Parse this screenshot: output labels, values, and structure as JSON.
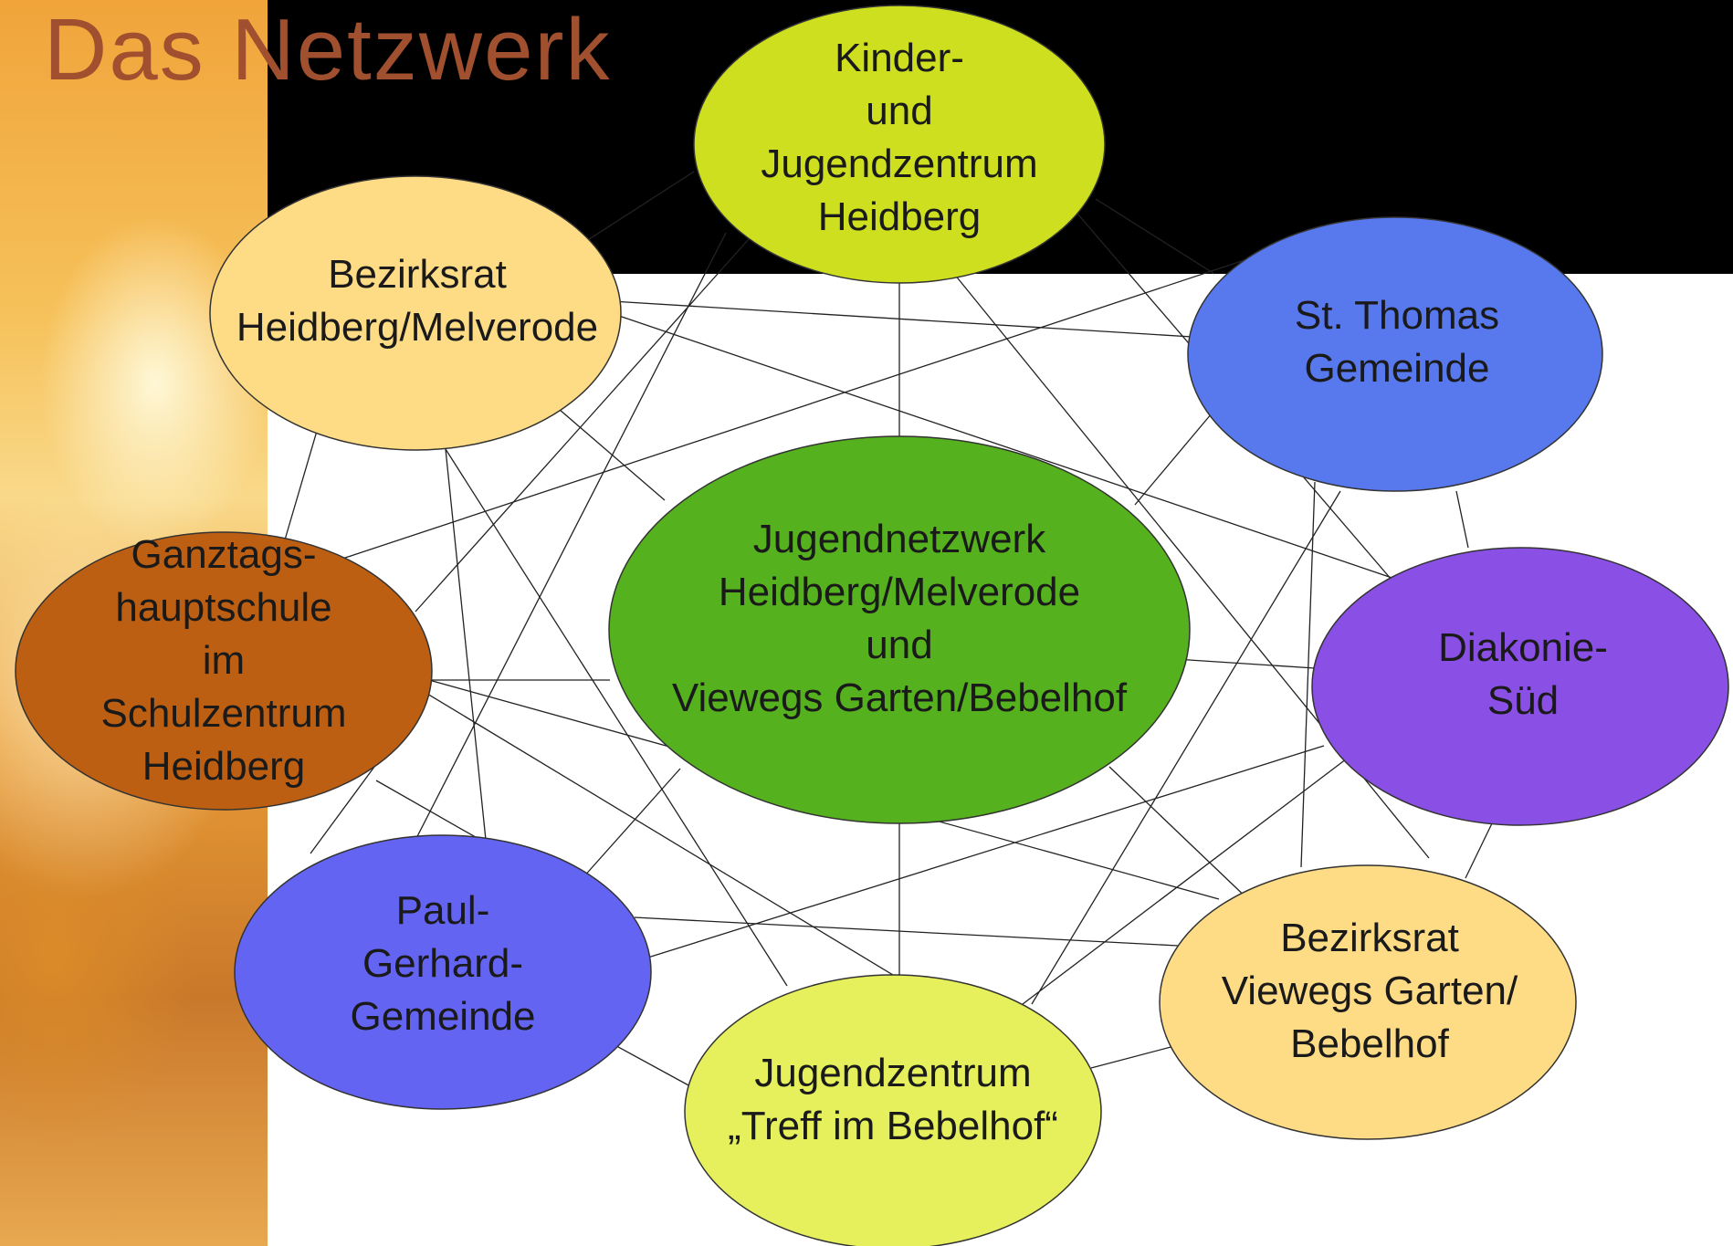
{
  "title": "Das Netzwerk",
  "colors": {
    "title": "#a0502e",
    "edge": "#222222",
    "node_stroke": "#333333"
  },
  "nodes": [
    {
      "id": "kinder",
      "lines": [
        "Kinder-",
        "und",
        "Jugendzentrum",
        "Heidberg"
      ],
      "color": "#cddf1f"
    },
    {
      "id": "bezirksrat_hm",
      "lines": [
        "Bezirksrat",
        "Heidberg/Melverode"
      ],
      "color": "#fedc86"
    },
    {
      "id": "st_thomas",
      "lines": [
        "St. Thomas",
        "Gemeinde"
      ],
      "color": "#5878ee"
    },
    {
      "id": "ganztags",
      "lines": [
        "Ganztags-",
        "hauptschule",
        "im",
        "Schulzentrum",
        "Heidberg"
      ],
      "color": "#bc5f13"
    },
    {
      "id": "center",
      "lines": [
        "Jugendnetzwerk",
        "Heidberg/Melverode",
        "und",
        "Viewegs Garten/Bebelhof"
      ],
      "color": "#55b11e"
    },
    {
      "id": "diakonie",
      "lines": [
        "Diakonie-",
        "Süd"
      ],
      "color": "#8a4fe4"
    },
    {
      "id": "paul",
      "lines": [
        "Paul-",
        "Gerhard-",
        "Gemeinde"
      ],
      "color": "#6464f2"
    },
    {
      "id": "bezirksrat_vg",
      "lines": [
        "Bezirksrat",
        "Viewegs Garten/",
        "Bebelhof"
      ],
      "color": "#fedc86"
    },
    {
      "id": "treff",
      "lines": [
        "Jugendzentrum",
        "„Treff im Bebelhof“"
      ],
      "color": "#e5f05c"
    }
  ]
}
